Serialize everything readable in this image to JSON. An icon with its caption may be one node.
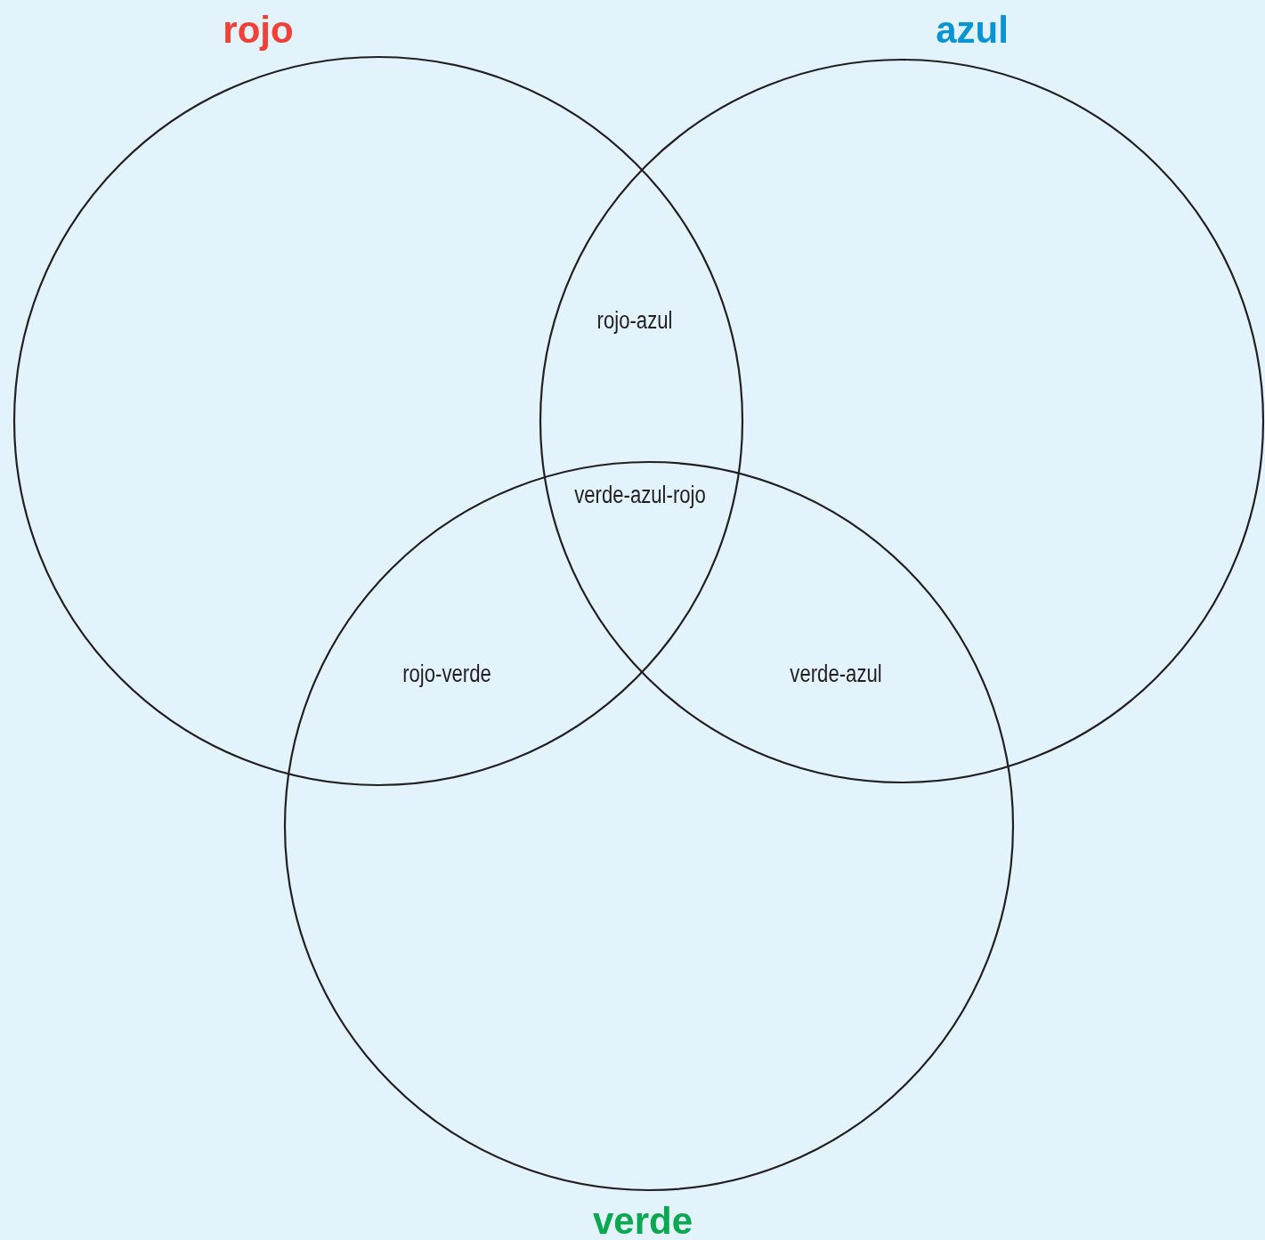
{
  "diagram": {
    "nodes": [
      {
        "text": [
          "rojo"
        ]
      },
      {
        "text": [
          "azul"
        ]
      },
      {
        "text": [
          "verde"
        ]
      }
    ],
    "labels": [
      "rojo-azul",
      "verde-azul-rojo",
      "rojo-verde",
      "verde-azul"
    ]
  }
}
